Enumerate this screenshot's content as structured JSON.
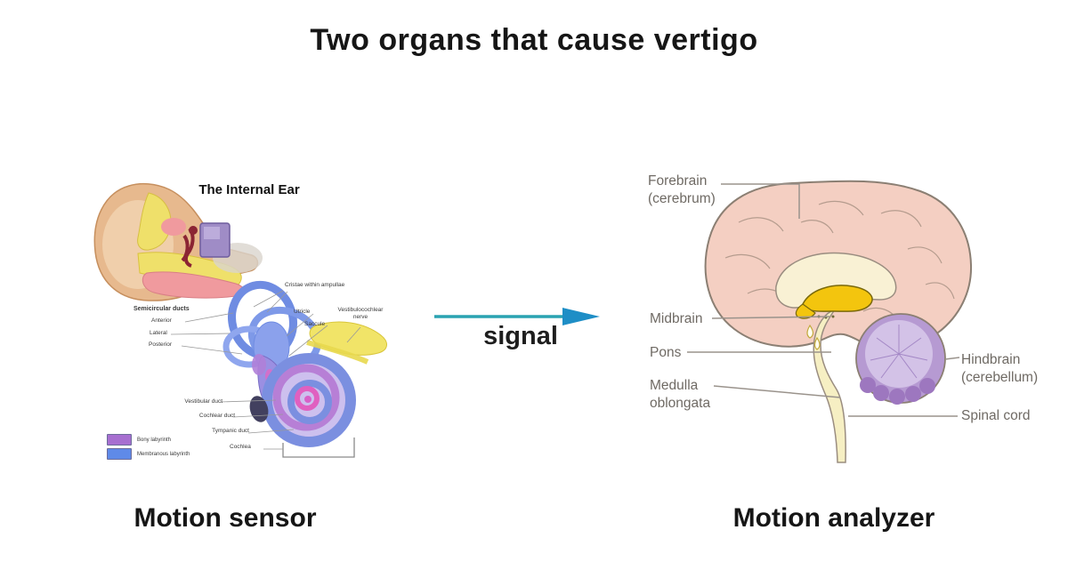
{
  "title": "Two organs that cause vertigo",
  "signal": {
    "label": "signal",
    "arrow_color": "#2aa3b2",
    "arrow_head_color": "#1e8ec6"
  },
  "ear": {
    "title": "The Internal Ear",
    "caption": "Motion sensor",
    "labels": {
      "cristae": "Cristae within ampullae",
      "semicircular_ducts": "Semicircular ducts",
      "anterior": "Anterior",
      "lateral": "Lateral",
      "posterior": "Posterior",
      "utricle": "Utricle",
      "saccule": "Saccule",
      "vestibulocochlear_nerve": "Vestibulocochlear\nnerve",
      "vestibular_duct": "Vestibular duct",
      "cochlear_duct": "Cochlear duct",
      "tympanic_duct": "Tympanic duct",
      "cochlea": "Cochlea"
    },
    "legend": {
      "bony": {
        "label": "Bony labyrinth",
        "color": "#a76fd0"
      },
      "membranous": {
        "label": "Membranous labyrinth",
        "color": "#5f8ae8"
      }
    }
  },
  "brain": {
    "caption": "Motion analyzer",
    "labels": {
      "forebrain": "Forebrain\n(cerebrum)",
      "midbrain": "Midbrain",
      "pons": "Pons",
      "medulla": "Medulla\noblongata",
      "hindbrain": "Hindbrain\n(cerebellum)",
      "spinal_cord": "Spinal cord"
    }
  },
  "colors": {
    "cerebrum_pink": "#f4cfc2",
    "inner_cream": "#f9f1d4",
    "thalamus_gold": "#f3c50e",
    "brainstem_yellow": "#f6efc3",
    "cerebellum_purple": "#d3c2e7",
    "ear_tan": "#e7b98e",
    "labyrinth_blue": "#7b8fe0",
    "cochlea_magenta": "#d860c8"
  }
}
